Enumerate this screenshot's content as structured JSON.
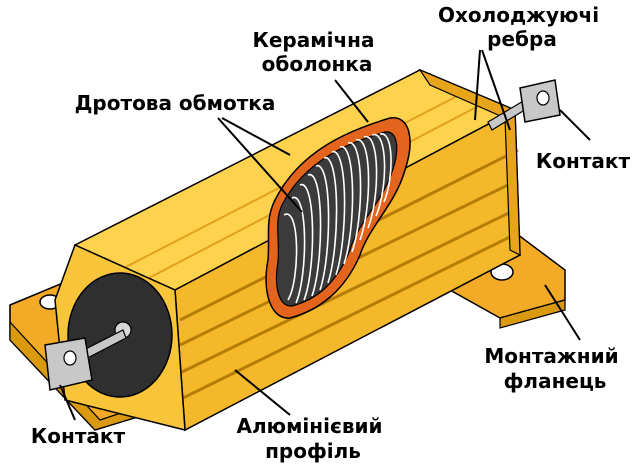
{
  "labels": {
    "cooling_fins": [
      "Охолоджуючі",
      "ребра"
    ],
    "ceramic_shell": [
      "Керамічна",
      "оболонка"
    ],
    "wire_winding": [
      "Дротова обмотка"
    ],
    "contact_right": [
      "Контакт"
    ],
    "mounting_flange": [
      "Монтажний",
      "фланець"
    ],
    "contact_left": [
      "Контакт"
    ],
    "aluminum_profile": [
      "Алюмінієвий",
      "профіль"
    ]
  },
  "colors": {
    "body": "#f5b82a",
    "body_light": "#ffd24d",
    "body_dark": "#d99a10",
    "flange": "#f3aa27",
    "ceramic": "#e2641d",
    "core": "#3b3b3b",
    "winding": "#ffffff",
    "terminal": "#c8c8c8",
    "outline": "#000000"
  }
}
